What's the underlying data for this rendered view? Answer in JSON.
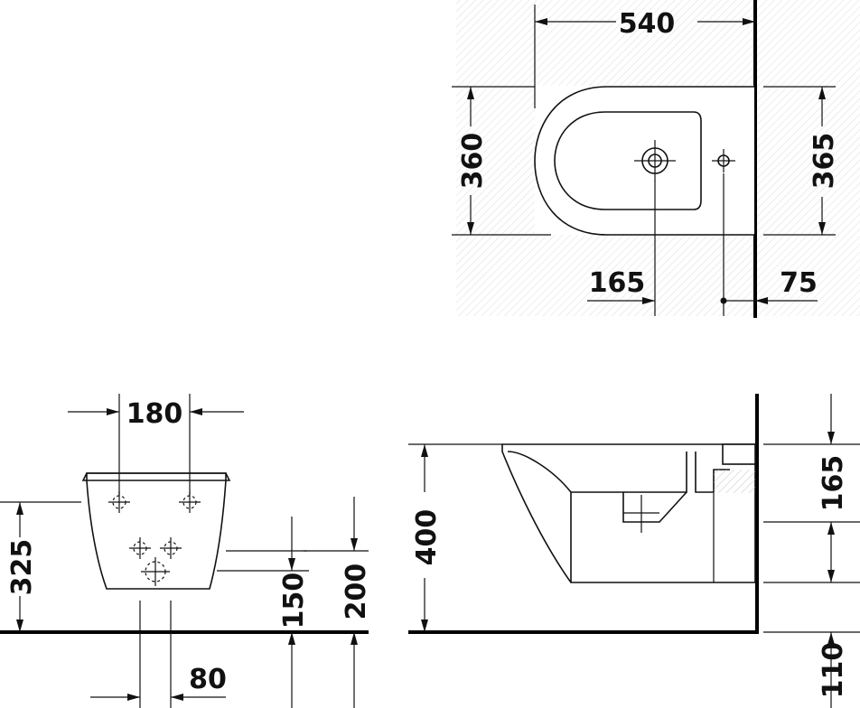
{
  "dimensions": {
    "top_length": "540",
    "top_width_left": "360",
    "top_width_right": "365",
    "top_offset_165": "165",
    "top_offset_75": "75",
    "front_width": "180",
    "front_height": "325",
    "front_150": "150",
    "front_200": "200",
    "front_80": "80",
    "side_height": "400",
    "side_165": "165",
    "side_110": "110"
  }
}
